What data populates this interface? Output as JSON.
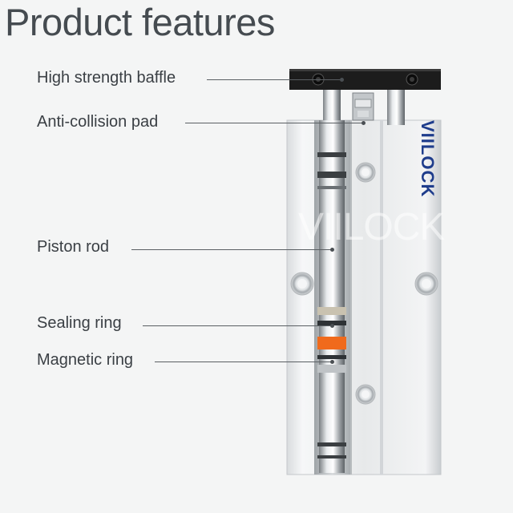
{
  "title": "Product features",
  "brand": "VIILOCK",
  "watermark": "VIILOCK",
  "callouts": [
    {
      "label": "High strength baffle"
    },
    {
      "label": "Anti-collision pad"
    },
    {
      "label": "Piston rod"
    },
    {
      "label": "Sealing ring"
    },
    {
      "label": "Magnetic ring"
    }
  ],
  "colors": {
    "title": "#454b50",
    "brand": "#1f3d8c",
    "magnetic_ring": "#f06a1c",
    "baffle": "#1c1c1c"
  }
}
